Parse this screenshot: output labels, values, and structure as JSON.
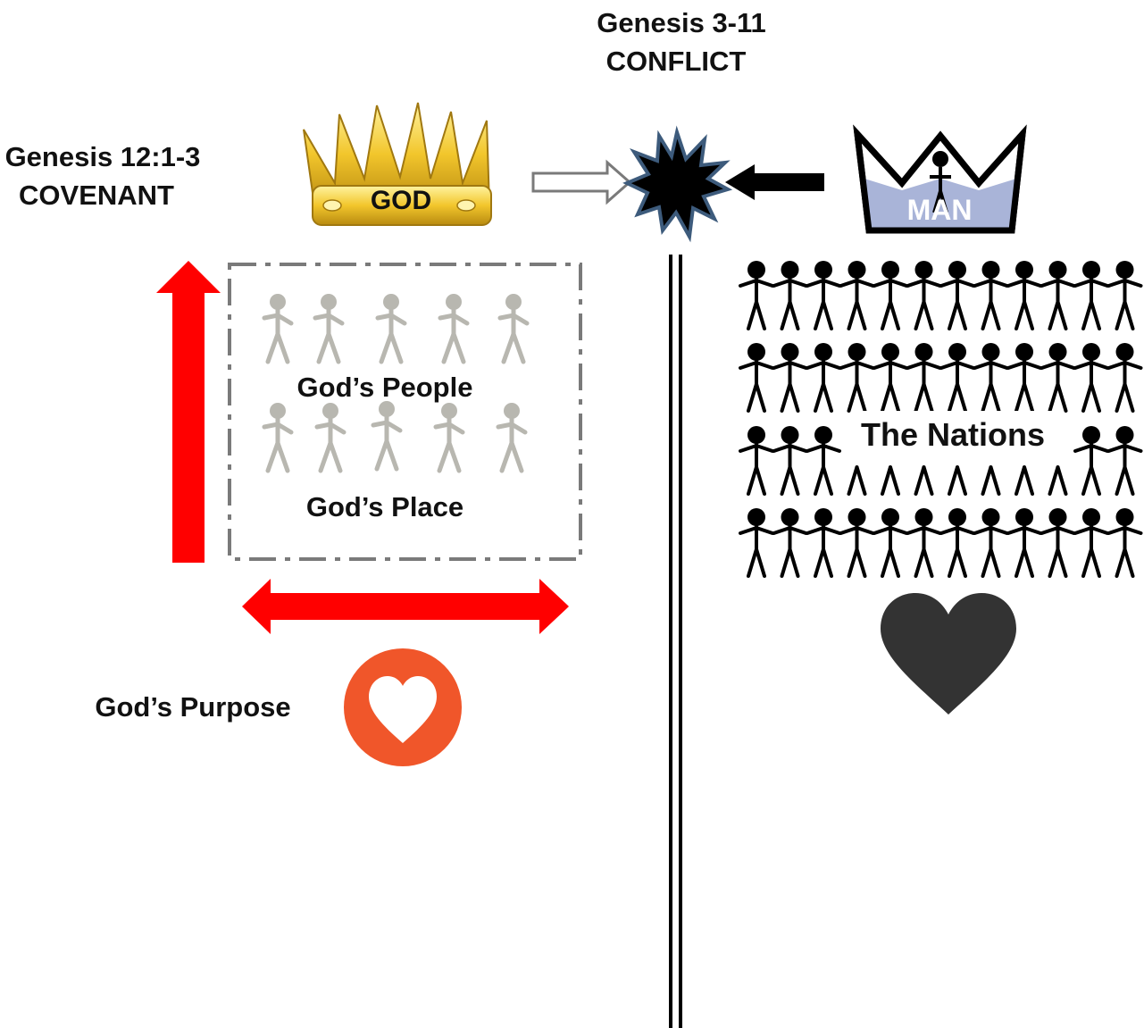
{
  "headings": {
    "conflict_ref": "Genesis 3-11",
    "conflict": "CONFLICT",
    "covenant_ref": "Genesis 12:1-3",
    "covenant": "COVENANT"
  },
  "crowns": {
    "god": "GOD",
    "man": "MAN"
  },
  "left_panel": {
    "people": "God’s People",
    "place": "God’s Place",
    "purpose": "God’s Purpose"
  },
  "right_panel": {
    "nations": "The Nations"
  },
  "colors": {
    "arrow_red": "#ff0000",
    "gold": "#f2c62c",
    "man_crown_fill": "#a9b4d8",
    "heart_circle": "#f0562a",
    "dark_heart": "#333333",
    "grey_people": "#b8b7b0",
    "starburst_edge": "#3d5b7c"
  },
  "icons": [
    "crown-icon",
    "starburst-icon",
    "stick-figure-icon",
    "heart-icon"
  ]
}
